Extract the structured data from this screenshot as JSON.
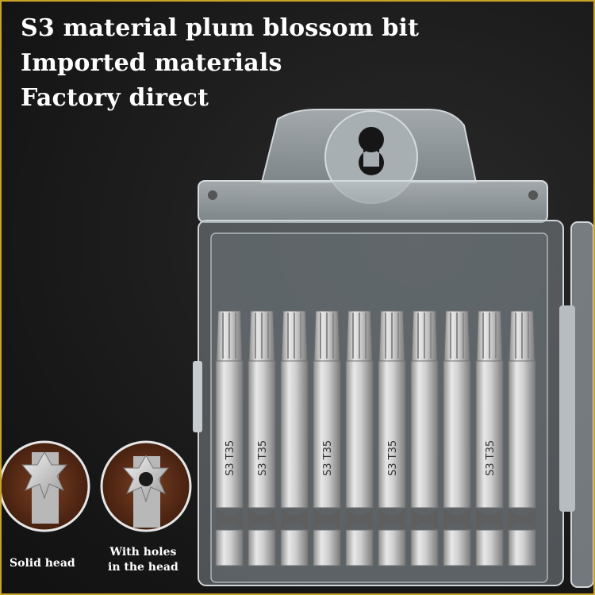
{
  "headline": {
    "line1": "S3 material plum blossom bit",
    "line2": "Imported materials",
    "line3": "Factory direct"
  },
  "bit_marking": "S3 T35",
  "bit_count": 10,
  "captions": {
    "solid_head": "Solid head",
    "holes_line1": "With holes",
    "holes_line2": "in the head"
  },
  "colors": {
    "border": "#c9a227",
    "text": "#ffffff",
    "steel": "#d9d9d9"
  }
}
